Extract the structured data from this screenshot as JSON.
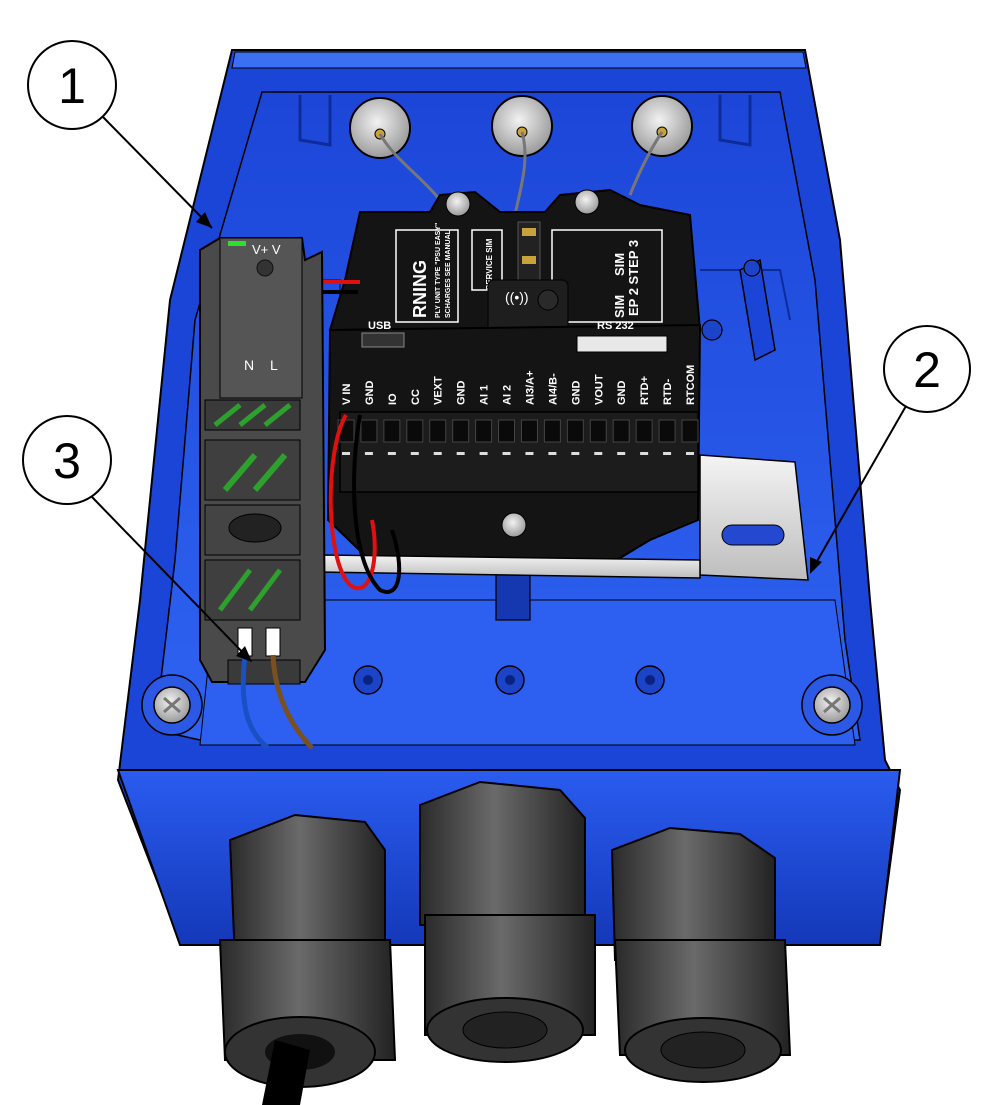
{
  "callouts": [
    {
      "id": "1",
      "label": "1"
    },
    {
      "id": "2",
      "label": "2"
    },
    {
      "id": "3",
      "label": "3"
    }
  ],
  "power_supply": {
    "top_label": "V+ V",
    "bottom_labels": [
      "N",
      "L"
    ]
  },
  "board": {
    "warning_title": "RNING",
    "warning_line1": "PLY UNIT TYPE \"PSU EASY\"",
    "warning_line2": "SCHARGES SEE MANUAL",
    "service_sim": "SERVICE SIM",
    "sim_label": "SIM",
    "step_label": "EP 2 STEP 3",
    "sim_label_2": "SIM",
    "usb_label": "USB",
    "rs232_label": "RS 232",
    "terminals": [
      "V IN",
      "GND",
      "IO",
      "CC",
      "VEXT",
      "GND",
      "AI 1",
      "AI 2",
      "AI3/A+",
      "AI4/B-",
      "GND",
      "VOUT",
      "GND",
      "RTD+",
      "RTD-",
      "RTCOM"
    ]
  },
  "colors": {
    "enclosure": "#1f4fe0",
    "enclosure_dark": "#0f2f9c",
    "board": "#111111",
    "psu": "#4a4a4a",
    "gland": "#3a3a3a",
    "wire_red": "#e01010",
    "wire_blue": "#1b4fc4",
    "wire_brown": "#7a5020"
  }
}
